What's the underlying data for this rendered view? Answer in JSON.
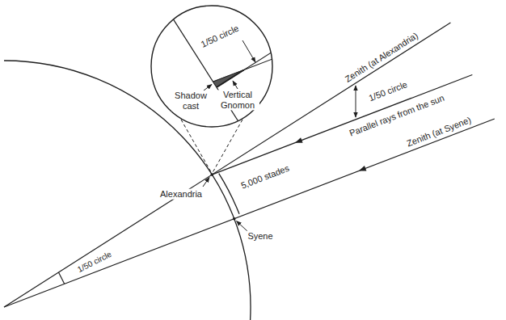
{
  "diagram": {
    "nodes": [
      {
        "text": [
          "1/50 circle",
          "Shadow cast",
          "Vertical Gnomon"
        ]
      }
    ],
    "labels": [
      "Zenith (at Alexandria)",
      "1/50 circle",
      "Parallel rays from the sun",
      "Zenith (at Syene)",
      "5,000 stades",
      "1/50 circle",
      "Alexandria",
      "Syene"
    ]
  }
}
